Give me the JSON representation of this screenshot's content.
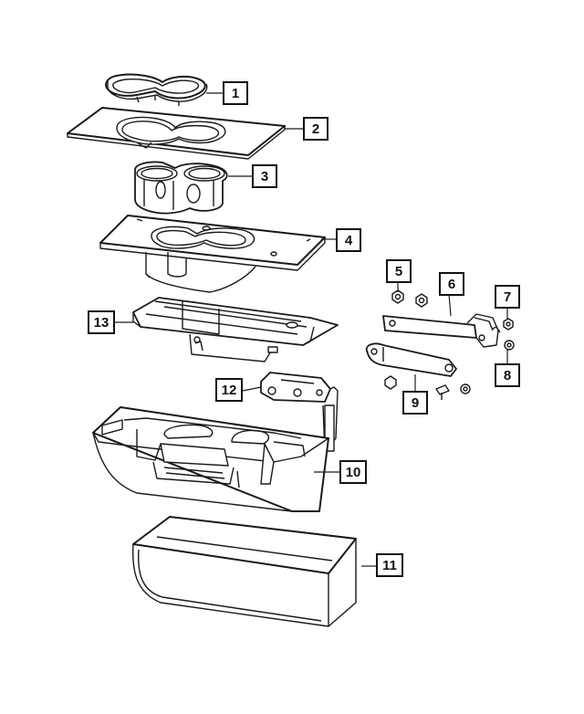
{
  "diagram": {
    "callouts": [
      {
        "id": "c1",
        "label": "1"
      },
      {
        "id": "c2",
        "label": "2"
      },
      {
        "id": "c3",
        "label": "3"
      },
      {
        "id": "c4",
        "label": "4"
      },
      {
        "id": "c5",
        "label": "5"
      },
      {
        "id": "c6",
        "label": "6"
      },
      {
        "id": "c7",
        "label": "7"
      },
      {
        "id": "c8",
        "label": "8"
      },
      {
        "id": "c9",
        "label": "9"
      },
      {
        "id": "c10",
        "label": "10"
      },
      {
        "id": "c11",
        "label": "11"
      },
      {
        "id": "c12",
        "label": "12"
      },
      {
        "id": "c13",
        "label": "13"
      }
    ],
    "colors": {
      "line": "#1a1a1a",
      "background": "#ffffff"
    }
  }
}
